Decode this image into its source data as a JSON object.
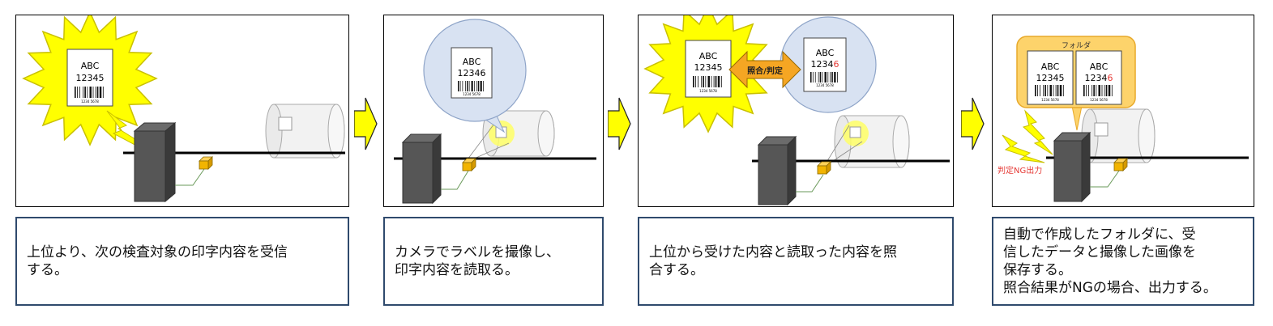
{
  "colors": {
    "burst_fill": "#ffff00",
    "burst_stroke": "#c9c000",
    "bubble_fill": "#d8e2f2",
    "bubble_stroke": "#8ea4c8",
    "folder_fill": "#fdd36b",
    "folder_stroke": "#e8a92a",
    "compare_arrow": "#f5a623",
    "flow_arrow": "#ffff00",
    "highlight_red": "#e53935",
    "caption_border": "#2f4a6d"
  },
  "label": {
    "line1": "ABC",
    "line2_ok": "12345",
    "line2_ng_prefix": "1234",
    "line2_ng_digit": "6",
    "barcode_num": "1234 5678"
  },
  "panel2": {
    "bubble_line1": "ABC",
    "bubble_line2": "12346"
  },
  "panel3": {
    "compare_label": "照合/判定"
  },
  "panel4": {
    "folder_title": "フォルダ",
    "ng_output_label": "判定NG出力"
  },
  "captions": [
    "上位より、次の検査対象の印字内容を受信\nする。",
    "カメラでラベルを撮像し、\n印字内容を読取る。",
    "上位から受けた内容と読取った内容を照\n合する。",
    "自動で作成したフォルダに、受\n信したデータと撮像した画像を\n保存する。\n照合結果がNGの場合、出力する。"
  ]
}
